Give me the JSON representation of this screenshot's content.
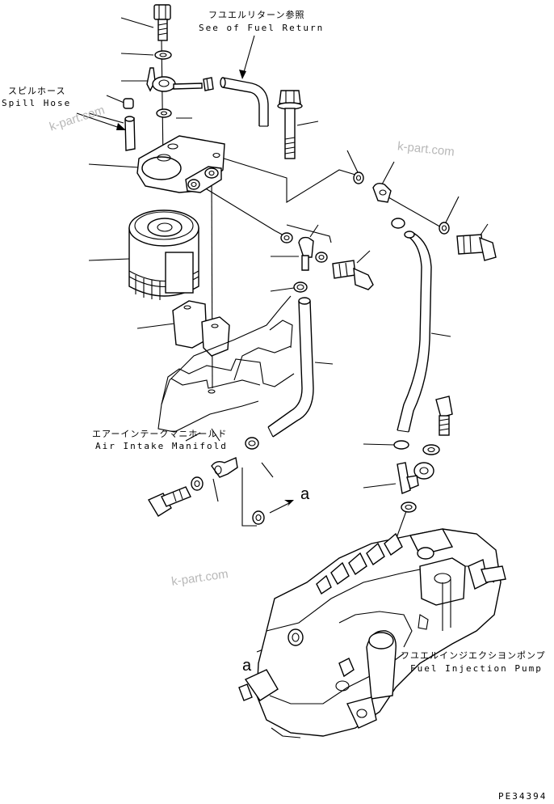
{
  "labels": {
    "fuel_return_jp": "フユエルリターン参照",
    "fuel_return_en": "See of Fuel Return",
    "spill_hose_jp": "スピルホース",
    "spill_hose_en": "Spill Hose",
    "air_intake_jp": "エアーインテークマニホールド",
    "air_intake_en": "Air Intake Manifold",
    "injection_pump_jp": "フユエルインジエクシヨンポンプ",
    "injection_pump_en": "Fuel Injection Pump"
  },
  "markers": {
    "a_upper": "a",
    "a_lower": "a"
  },
  "watermark": "k-part.com",
  "drawing_code": "PE34394"
}
